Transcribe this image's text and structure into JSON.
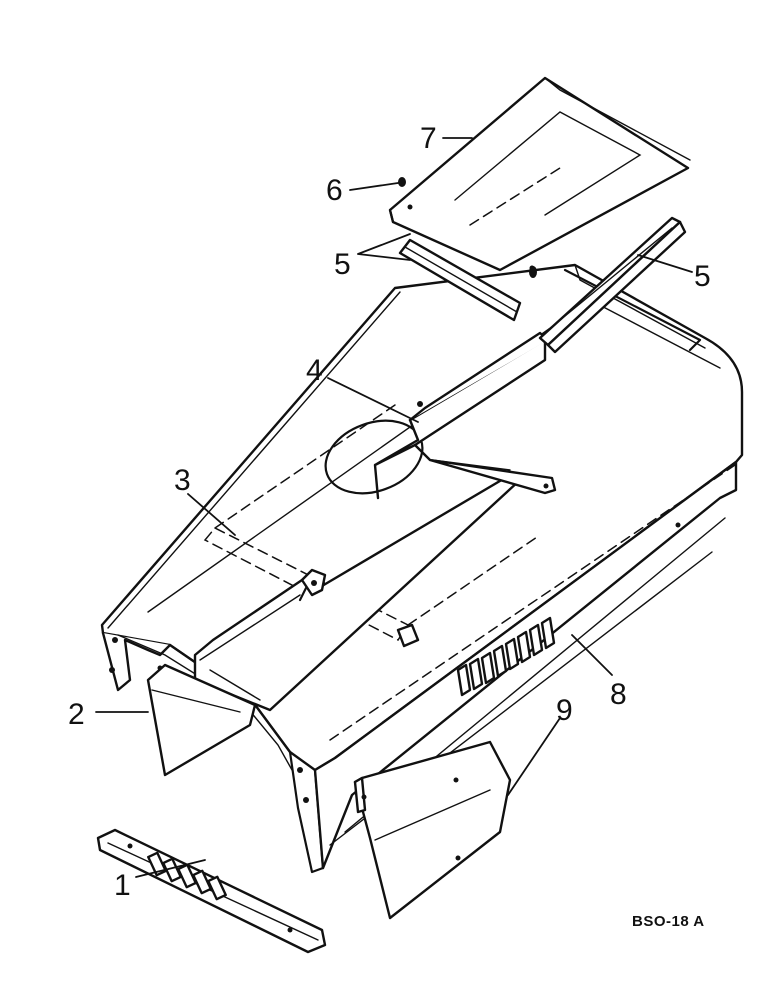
{
  "diagram": {
    "reference_code": "BSO-18 A",
    "callouts": [
      {
        "id": "1",
        "label": "1"
      },
      {
        "id": "2",
        "label": "2"
      },
      {
        "id": "3",
        "label": "3"
      },
      {
        "id": "4",
        "label": "4"
      },
      {
        "id": "5a",
        "label": "5"
      },
      {
        "id": "5b",
        "label": "5"
      },
      {
        "id": "6",
        "label": "6"
      },
      {
        "id": "7",
        "label": "7"
      },
      {
        "id": "8",
        "label": "8"
      },
      {
        "id": "9",
        "label": "9"
      }
    ]
  }
}
